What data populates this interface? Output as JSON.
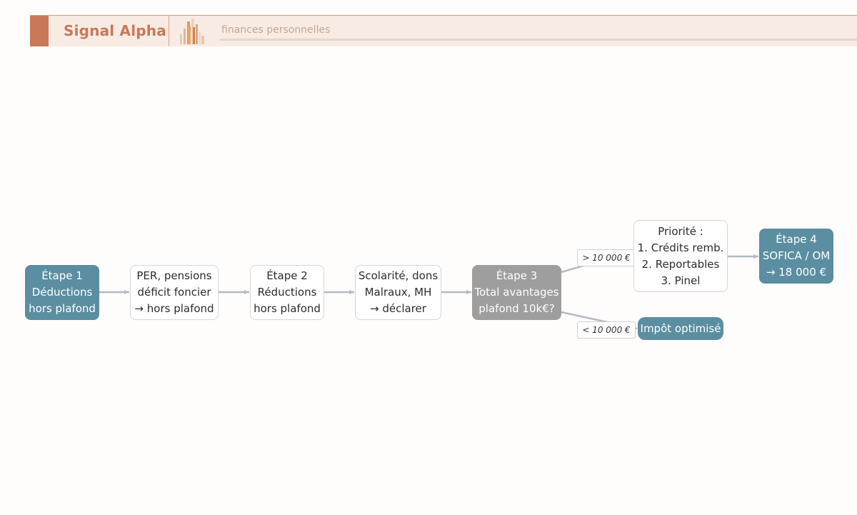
{
  "header": {
    "brand": "Signal Alpha",
    "subtitle": "finances personnelles",
    "accent_color": "#c9785a",
    "background_color": "#f8ebe3"
  },
  "diagram": {
    "nodes": {
      "etape1": {
        "lines": [
          "Étape 1",
          "Déductions",
          "hors plafond"
        ],
        "color": "#5b8ea0"
      },
      "per": {
        "lines": [
          "PER, pensions",
          "déficit foncier",
          "→ hors plafond"
        ]
      },
      "etape2": {
        "lines": [
          "Étape 2",
          "Réductions",
          "hors plafond"
        ]
      },
      "scolarite": {
        "lines": [
          "Scolarité, dons",
          "Malraux, MH",
          "→ déclarer"
        ]
      },
      "etape3": {
        "lines": [
          "Étape 3",
          "Total avantages",
          "plafond 10k€?"
        ],
        "color": "#9e9e9e"
      },
      "priorite": {
        "lines": [
          "Priorité :",
          "1. Crédits remb.",
          "2. Reportables",
          "3. Pinel"
        ]
      },
      "etape4": {
        "lines": [
          "Étape 4",
          "SOFICA / OM",
          "→ 18 000 €"
        ],
        "color": "#5b8ea0"
      },
      "impot": {
        "lines": [
          "Impôt optimisé"
        ],
        "color": "#5b8ea0"
      }
    },
    "edge_labels": {
      "above": "> 10 000 €",
      "below": "< 10 000 €"
    },
    "edge_color": "#b4bac2"
  }
}
